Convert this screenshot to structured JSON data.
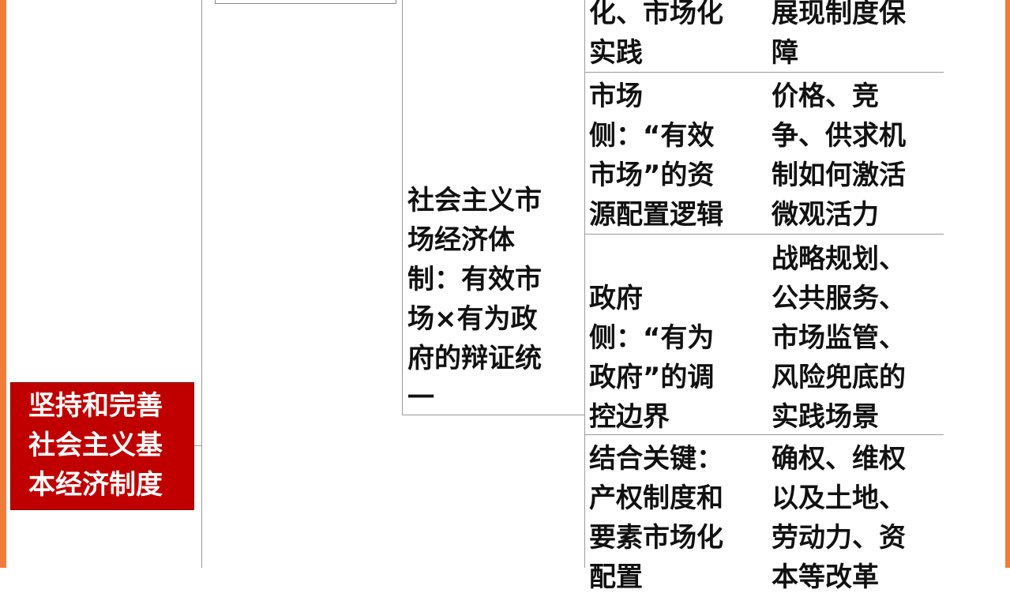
{
  "root": {
    "lines": [
      "坚持和完善",
      "社会主义基",
      "本经济制度"
    ]
  },
  "branch": {
    "lines": [
      "社会主义市",
      "场经济体",
      "制：有效市",
      "场×有为政",
      "府的辩证统",
      "一"
    ]
  },
  "rows": [
    {
      "left": [
        "化、市场化",
        "实践"
      ],
      "right": [
        "展现制度保",
        "障"
      ]
    },
    {
      "left": [
        "市场",
        "侧：“有效",
        "市场”的资",
        "源配置逻辑"
      ],
      "right": [
        "价格、竞",
        "争、供求机",
        "制如何激活",
        "微观活力"
      ]
    },
    {
      "left": [
        "政府",
        "侧：“有为",
        "政府”的调",
        "控边界"
      ],
      "right": [
        "战略规划、",
        "公共服务、",
        "市场监管、",
        "风险兜底的",
        "实践场景"
      ]
    },
    {
      "left": [
        "结合关键：",
        "产权制度和",
        "要素市场化",
        "配置"
      ],
      "right": [
        "确权、维权",
        "以及土地、",
        "劳动力、资",
        "本等改革"
      ]
    }
  ]
}
